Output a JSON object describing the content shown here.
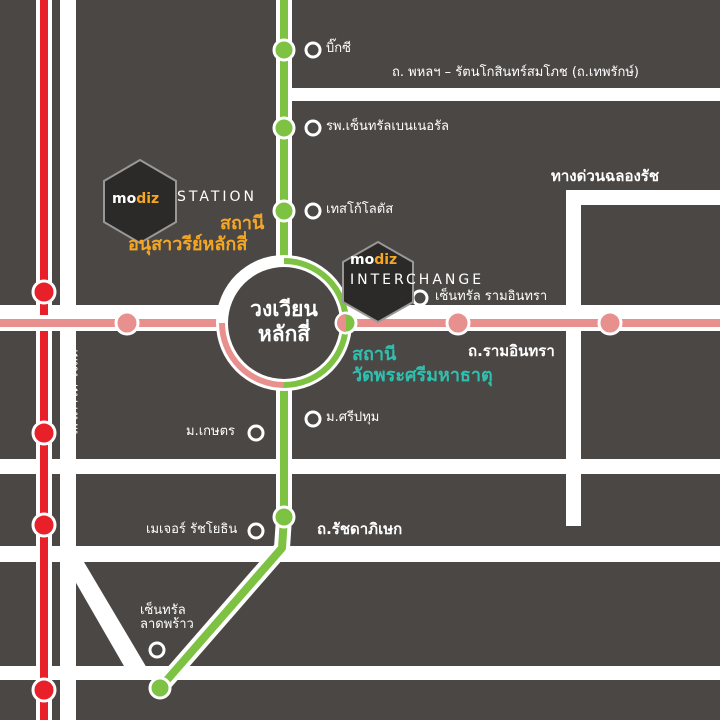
{
  "center": {
    "line1": "วงเวียน",
    "line2": "หลักสี่"
  },
  "roads": {
    "phahon": "ถ. พหลฯ – รัตนโกสินทร์สมโภช (ถ.เทพรักษ์)",
    "expressway": "ทางด่วนฉลองรัช",
    "ramintra": "ถ.รามอินทรา",
    "ratchada": "ถ.รัชดาภิเษก",
    "vibhavadi": "ถ.วิภาวดี-รังสิต"
  },
  "places": {
    "bigc": "บิ๊กซี",
    "hospital": "รพ.เซ็นทรัลเบนเนอรัล",
    "lotus": "เทสโก้โลตัส",
    "central_ramintra": "เซ็นทรัล รามอินทรา",
    "sripatum": "ม.ศรีปทุม",
    "kaset": "ม.เกษตร",
    "major": "เมเจอร์ รัชโยธิน",
    "central_ladprao_1": "เซ็นทรัล",
    "central_ladprao_2": "ลาดพร้าว"
  },
  "station_modiz": {
    "logo_mo": "mo",
    "logo_diz": "diz",
    "brand": "STATION",
    "th_line1": "สถานี",
    "th_line2": "อนุสาวรีย์หลักสี่"
  },
  "interchange_modiz": {
    "logo_mo": "mo",
    "logo_diz": "diz",
    "brand": "INTERCHANGE",
    "th_line1": "สถานี",
    "th_line2": "วัดพระศรีมหาธาตุ"
  },
  "colors": {
    "background": "#4a4745",
    "road": "#ffffff",
    "red_line": "#e8202a",
    "green_line": "#7dc242",
    "pink_line": "#e8908e",
    "orange_text": "#f5a623",
    "teal_text": "#2fc0b0"
  }
}
